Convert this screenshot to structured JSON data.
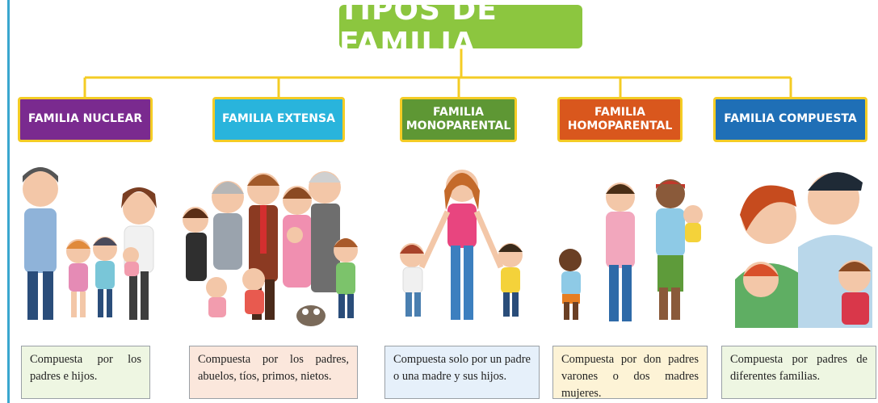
{
  "title": "TIPOS DE FAMILIA",
  "colors": {
    "title_bg": "#8cc63f",
    "connector": "#f4cc25",
    "side_line": "#3aa7cf"
  },
  "families": [
    {
      "label": "FAMILIA NUCLEAR",
      "color": "#7a2a8f",
      "description": "Compuesta por los padres e hijos.",
      "description_bg": "#eef6e2",
      "illustration": "nuclear-family-illustration"
    },
    {
      "label": "FAMILIA EXTENSA",
      "color": "#29b4dc",
      "description": "Compuesta por los padres, abuelos, tíos, primos, nietos.",
      "description_bg": "#fbe7dc",
      "illustration": "extended-family-illustration"
    },
    {
      "label": "FAMILIA MONOPARENTAL",
      "color": "#5e9734",
      "description": "Compuesta solo por un padre o una madre y sus hijos.",
      "description_bg": "#e6f0fa",
      "illustration": "single-parent-family-illustration"
    },
    {
      "label": "FAMILIA HOMOPARENTAL",
      "color": "#d9571d",
      "description": "Compuesta por don padres varones o dos madres mujeres.",
      "description_bg": "#fdf3d6",
      "illustration": "same-sex-parents-family-illustration"
    },
    {
      "label": "FAMILIA COMPUESTA",
      "color": "#1f6fb6",
      "description": "Compuesta por padres de diferentes familias.",
      "description_bg": "#eef6e2",
      "illustration": "blended-family-illustration"
    }
  ]
}
